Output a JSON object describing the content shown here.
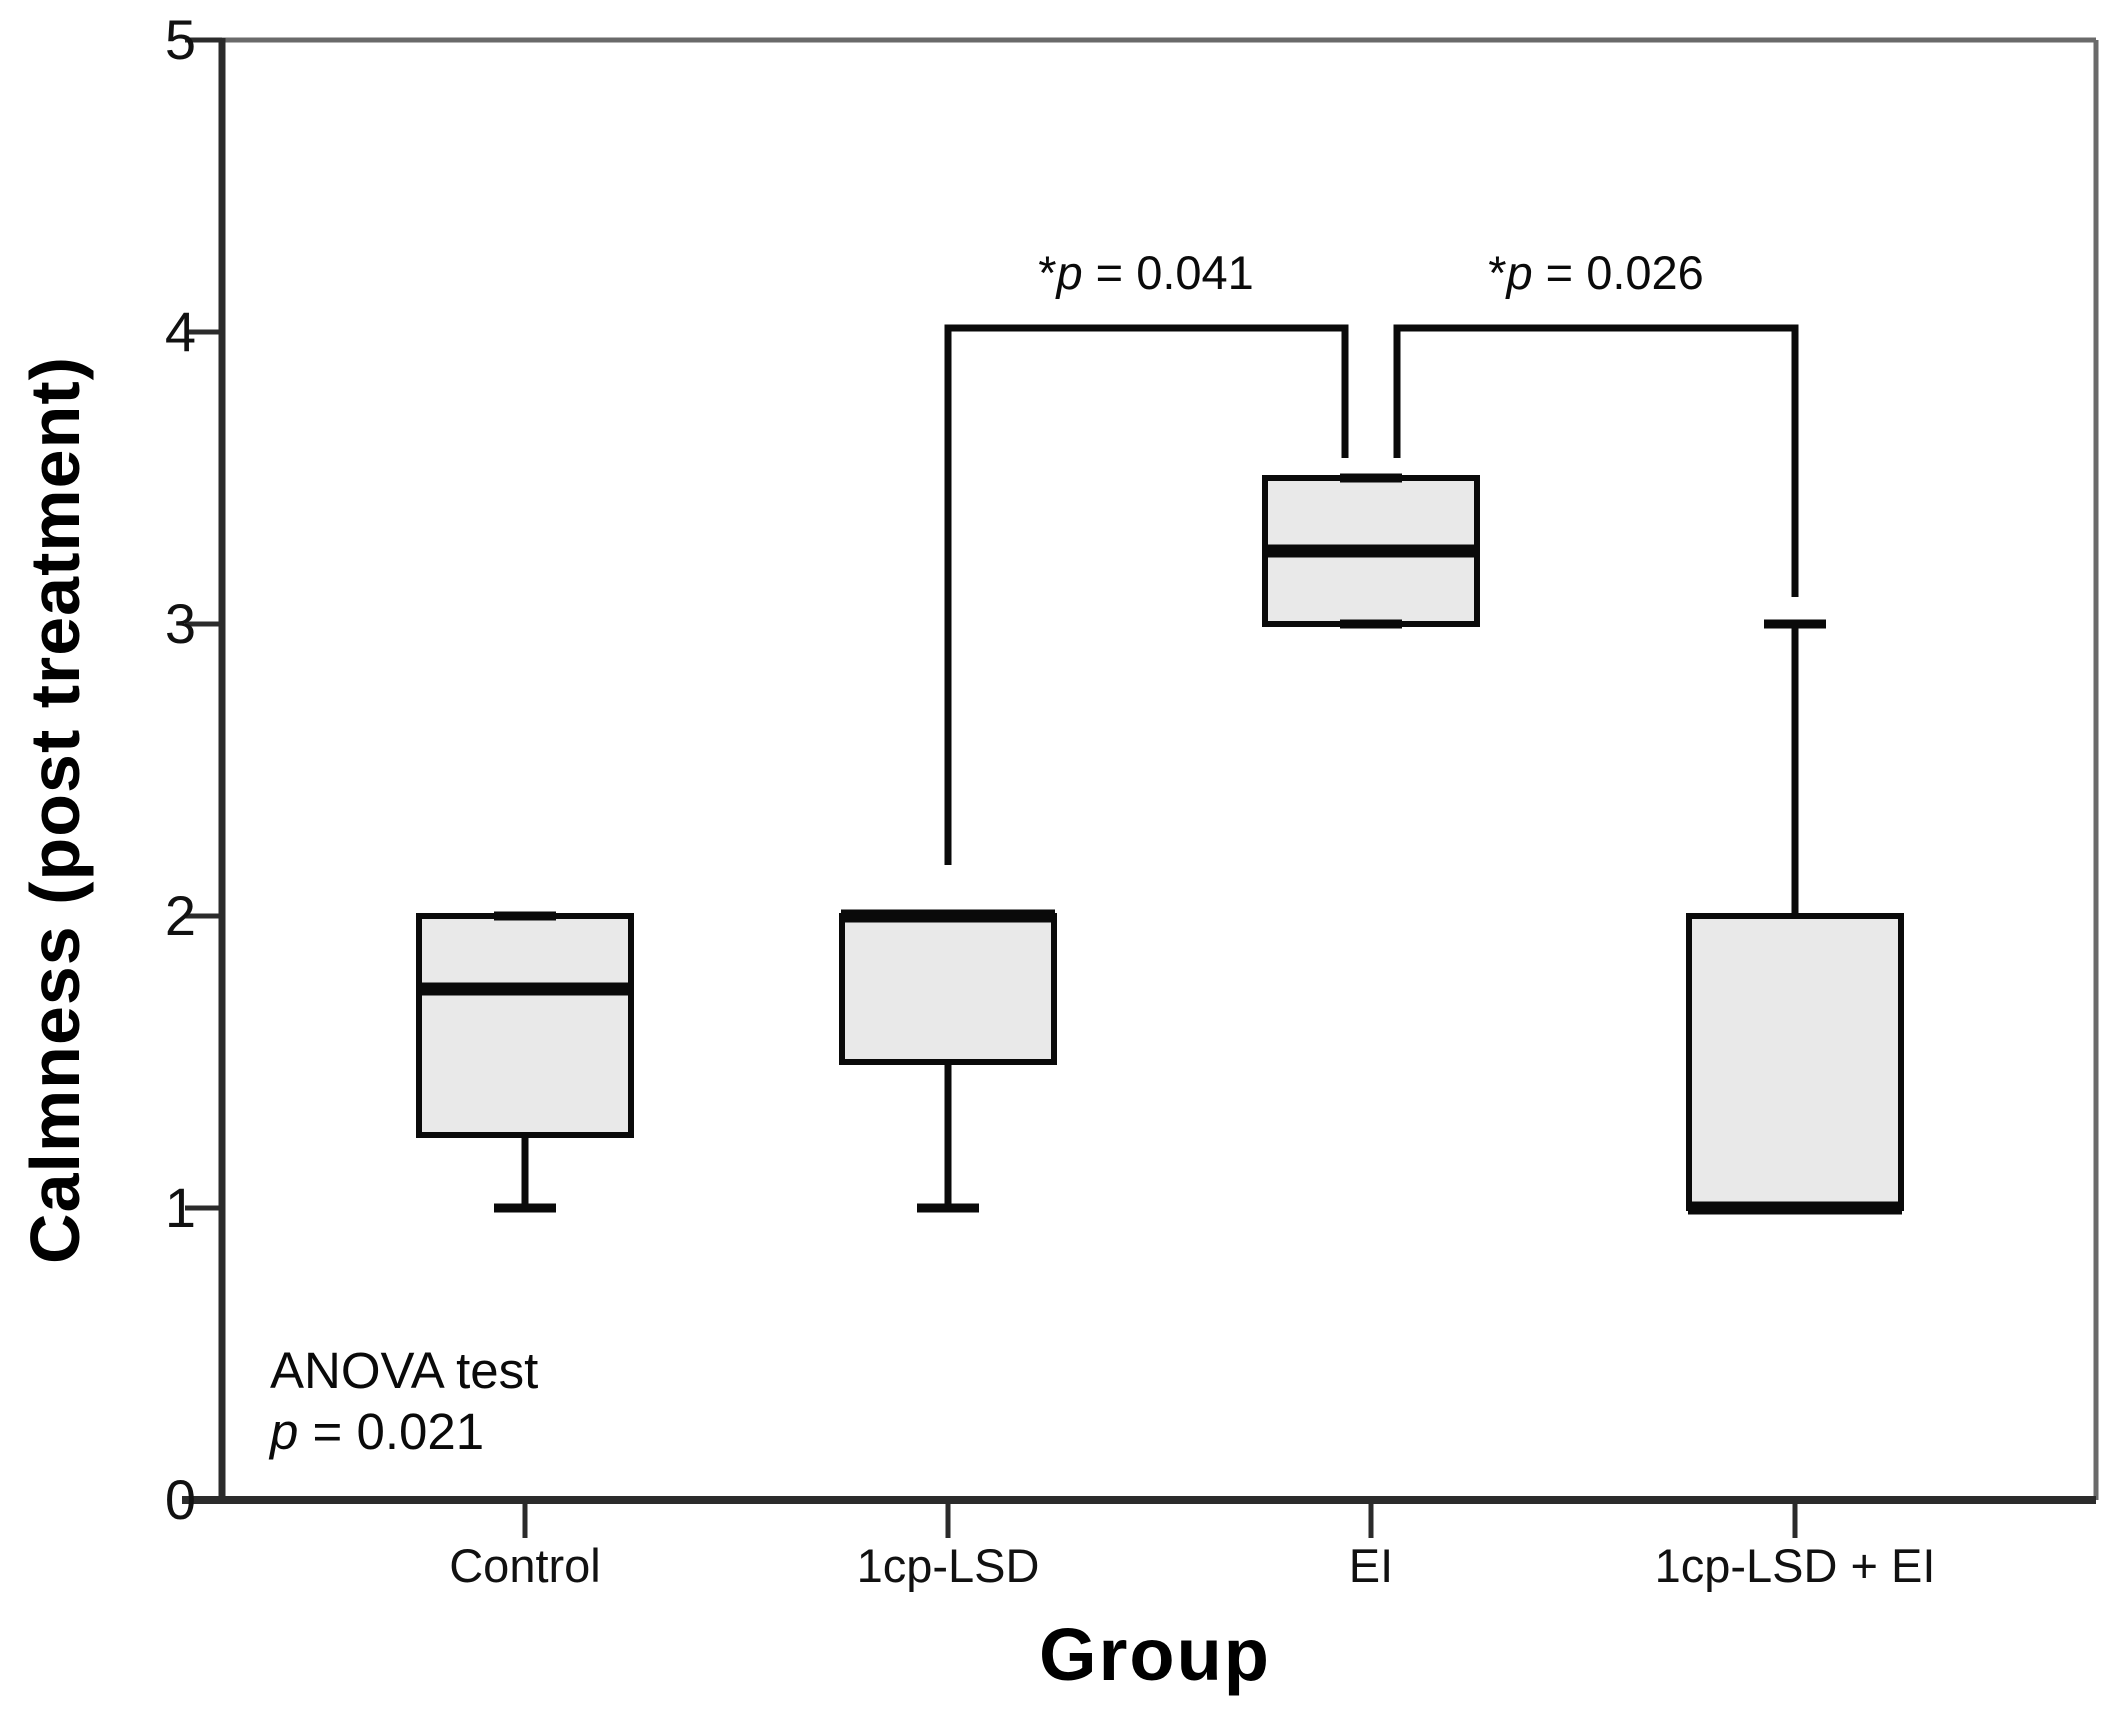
{
  "chart_data": {
    "type": "boxplot",
    "title": "",
    "xlabel": "Group",
    "ylabel": "Calmness (post treatment)",
    "ylim": [
      0,
      5
    ],
    "y_ticks": [
      0,
      1,
      2,
      3,
      4,
      5
    ],
    "y_tick_labels": [
      "0",
      "1",
      "2",
      "3",
      "4",
      "5"
    ],
    "categories": [
      "Control",
      "1cp-LSD",
      "EI",
      "1cp-LSD + EI"
    ],
    "grid": false,
    "legend": "none",
    "boxes": [
      {
        "category": "Control",
        "whisker_low": 1.0,
        "q1": 1.25,
        "median": 1.75,
        "q3": 2.0,
        "whisker_high": 2.0
      },
      {
        "category": "1cp-LSD",
        "whisker_low": 1.0,
        "q1": 1.5,
        "median": 2.0,
        "q3": 2.0,
        "whisker_high": 2.0
      },
      {
        "category": "EI",
        "whisker_low": 3.0,
        "q1": 3.0,
        "median": 3.25,
        "q3": 3.5,
        "whisker_high": 3.5
      },
      {
        "category": "1cp-LSD + EI",
        "whisker_low": 1.0,
        "q1": 1.0,
        "median": 1.0,
        "q3": 2.0,
        "whisker_high": 3.0
      }
    ],
    "colors": {
      "box_fill": "#e9e9e9",
      "line": "#0a0a0a",
      "axis": "#2b2b2b",
      "frame": "#6a6a6a"
    },
    "annotations": {
      "anova": {
        "line1": "ANOVA test",
        "p_var": "p",
        "p_rest": " = 0.021",
        "label": "ANOVA test p = 0.021"
      },
      "comparisons": [
        {
          "star": "*",
          "p_var": "p",
          "p_rest": " = 0.041",
          "label": "*p = 0.041",
          "from": "1cp-LSD",
          "to": "EI",
          "p": 0.041,
          "bar_y_value": 4.0
        },
        {
          "star": "*",
          "p_var": "p",
          "p_rest": " = 0.026",
          "label": "*p = 0.026",
          "from": "EI",
          "to": "1cp-LSD + EI",
          "p": 0.026,
          "bar_y_value": 4.0
        }
      ]
    }
  }
}
